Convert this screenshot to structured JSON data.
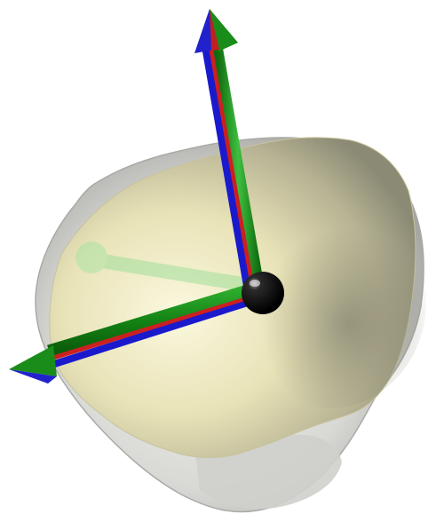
{
  "viewport": {
    "background": "#ffffff"
  },
  "scene": {
    "outer_surface": {
      "name": "outer-bone-surface",
      "color": "#d9d9d6",
      "opacity": 0.85
    },
    "inner_surface": {
      "name": "inner-bone-surface",
      "color": "#e7e3b7"
    },
    "origin_sphere": {
      "name": "origin-sphere",
      "color": "#0b0b0b"
    },
    "axes": [
      {
        "name": "vertical-axis",
        "colors": [
          "#0000cc",
          "#cc1f1f",
          "#1a8c1a"
        ]
      },
      {
        "name": "horizontal-axis",
        "colors": [
          "#0000cc",
          "#cc1f1f",
          "#1a8c1a"
        ]
      },
      {
        "name": "depth-axis",
        "colors": [
          "#7fd07f"
        ],
        "opacity": 0.4
      }
    ]
  }
}
